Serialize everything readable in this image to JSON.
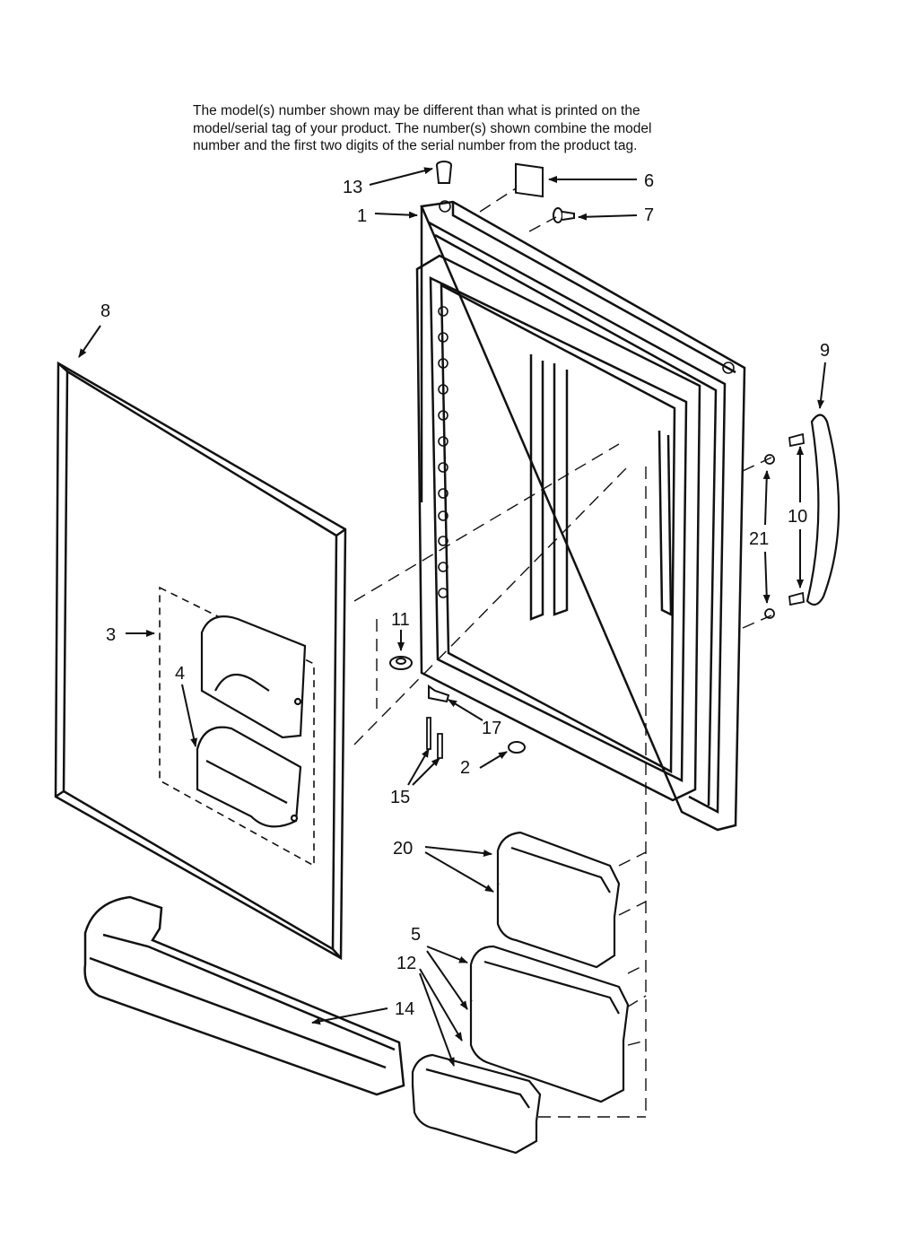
{
  "note": {
    "line1": "The model(s) number shown may be different than what is printed on the",
    "line2": "model/serial tag of your product. The number(s) shown combine the model",
    "line3": "number and the first two digits of the serial number from the product tag."
  },
  "callouts": {
    "c1": "1",
    "c2": "2",
    "c3": "3",
    "c4": "4",
    "c5": "5",
    "c6": "6",
    "c7": "7",
    "c8": "8",
    "c9": "9",
    "c10": "10",
    "c11": "11",
    "c12": "12",
    "c13": "13",
    "c14": "14",
    "c15": "15",
    "c17": "17",
    "c20": "20",
    "c21": "21"
  }
}
